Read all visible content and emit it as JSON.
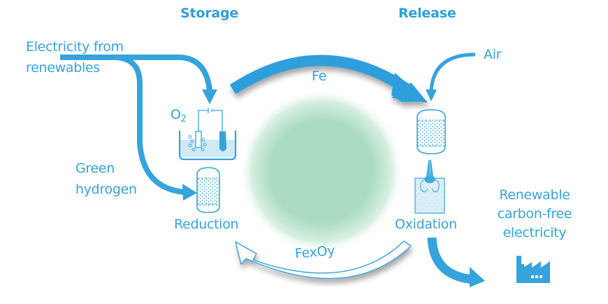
{
  "headers": {
    "storage": "Storage",
    "release": "Release"
  },
  "inputs": {
    "electricity_line1": "Electricity from",
    "electricity_line2": "renewables",
    "hydrogen_line1": "Green",
    "hydrogen_line2": "hydrogen",
    "air": "Air"
  },
  "cycle": {
    "forward_label": "Fe",
    "return_label": "FexOy"
  },
  "processes": {
    "reduction": "Reduction",
    "oxidation": "Oxidation",
    "oxygen_base": "O",
    "oxygen_sub": "2"
  },
  "output": {
    "line1": "Renewable",
    "line2": "carbon-free",
    "line3": "electricity"
  },
  "icons": {
    "electrolysis_cell": "electrolysis-cell-icon",
    "reduction_reactor": "reactor-icon",
    "oxidation_reactor": "reactor-icon",
    "burner": "burner-flame-icon",
    "factory": "factory-icon"
  },
  "colors": {
    "primary_blue": "#35a3dc",
    "light_blue": "#cfe9f7",
    "center_green": "#aadcc2"
  }
}
